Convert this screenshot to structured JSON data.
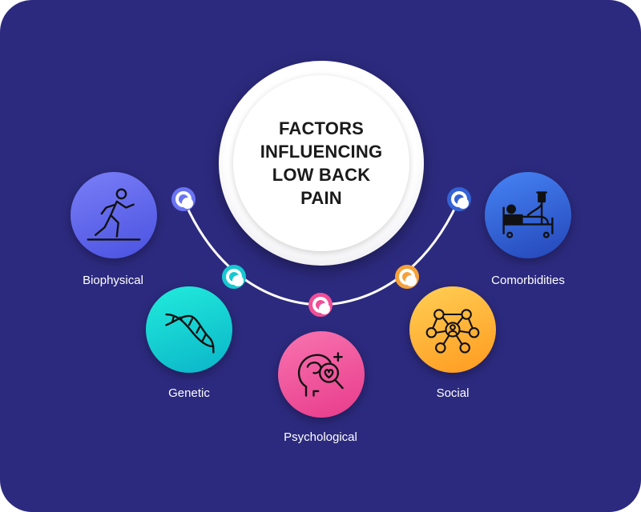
{
  "title": "FACTORS INFLUENCING LOW BACK PAIN",
  "factors": [
    {
      "label": "Biophysical",
      "icon": "running-person-icon",
      "color_top": "#6f73f5",
      "color_bottom": "#4a52e0"
    },
    {
      "label": "Genetic",
      "icon": "dna-icon",
      "color_top": "#19e3d2",
      "color_bottom": "#0ab4c8"
    },
    {
      "label": "Psychological",
      "icon": "head-brain-icon",
      "color_top": "#f66aa9",
      "color_bottom": "#e83b8a"
    },
    {
      "label": "Social",
      "icon": "people-network-icon",
      "color_top": "#ffc64a",
      "color_bottom": "#ff9a1f"
    },
    {
      "label": "Comorbidities",
      "icon": "hospital-bed-icon",
      "color_top": "#3b78f0",
      "color_bottom": "#2446b8"
    }
  ],
  "colors": {
    "background": "#2c2a7e",
    "node_biophysical": "#6a74f2",
    "node_genetic": "#16c9d0",
    "node_psychological": "#f04f98",
    "node_social": "#f5a23a",
    "node_comorbidities": "#3563d6"
  }
}
